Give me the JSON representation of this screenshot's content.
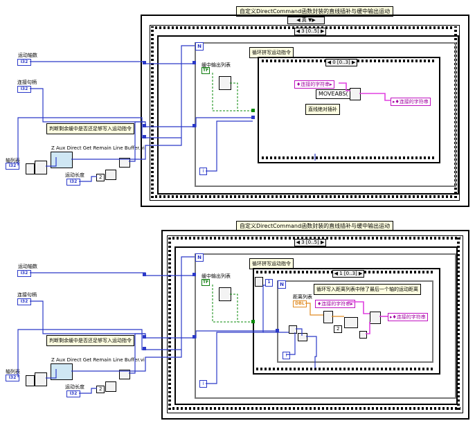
{
  "diagram1": {
    "title": "自定义DirectCommand函数封装的直线插补与缓中输出运动",
    "case_selector": "真",
    "frame_selector": "3 [0..5]",
    "axis_count_label": "运动轴数",
    "handle_label": "连接句柄",
    "axis_list_label": "轴列表",
    "motion_length_label": "运动长度",
    "remain_comment": "判断剩余缓中是否还足够写入运动指令",
    "subvi_name": "Z Aux Direct Get Remain Line Buffer.vi",
    "buffer_out_label": "缓中输出列表",
    "loop_comment": "循环拼写运动指令",
    "inner_frame_selector": "0 [0..3]",
    "concat_string_label": "连接的字符串",
    "moveabs_text": "MOVEABS(",
    "result_string_label": "连接的字符串",
    "abs_interp_comment": "直线绝对插补",
    "i32": "I32",
    "tf": "TF",
    "n": "N",
    "i": "i",
    "const_value": "2"
  },
  "diagram2": {
    "title": "自定义DirectCommand函数封装的直线插补与缓中输出运动",
    "frame_selector": "3 [0..5]",
    "axis_count_label": "运动轴数",
    "handle_label": "连接句柄",
    "axis_list_label": "轴列表",
    "motion_length_label": "运动长度",
    "remain_comment": "判断剩余缓中是否还足够写入运动指令",
    "subvi_name": "Z Aux Direct Get Remain Line Buffer.vi",
    "buffer_out_label": "缓中输出列表",
    "loop_comment": "循环拼写运动指令",
    "inner_frame_selector": "1 [0..3]",
    "inner_comment": "循环写入距离列表中除了最后一个轴的运动距离",
    "distance_list_label": "距离列表",
    "concat_string_label": "连接的字符串",
    "result_string_label": "连接的字符串",
    "dbl": "DBL",
    "i32": "I32",
    "tf": "TF",
    "n": "N",
    "i": "i",
    "const_value": "2",
    "one": "1"
  },
  "colors": {
    "int_wire": "#2a38c8",
    "string_wire": "#e040e0",
    "bool_wire": "#0a8a0a",
    "dbl_wire": "#e08a20",
    "comment_bg": "#ffffe1"
  }
}
